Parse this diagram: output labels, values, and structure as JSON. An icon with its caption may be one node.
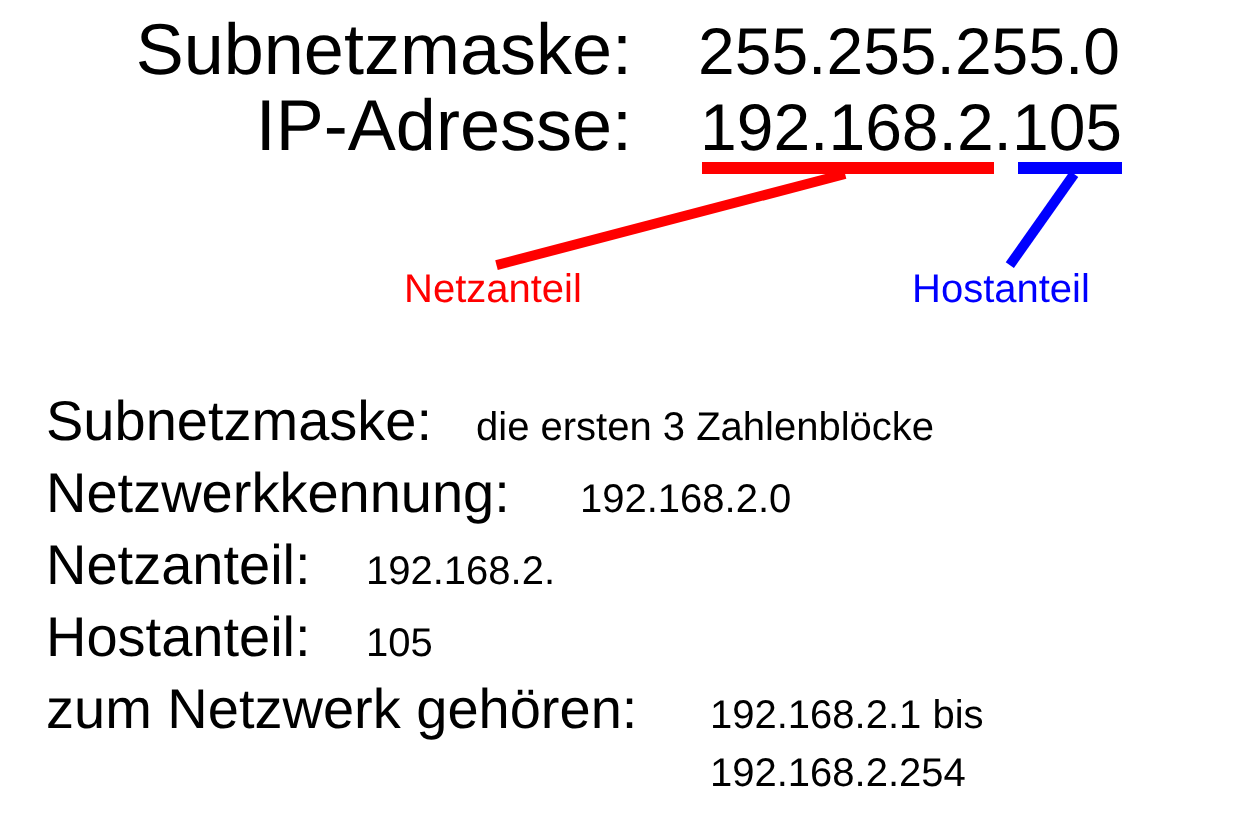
{
  "diagram": {
    "nodes": [
      {
        "text": [],
        "shape": "bar"
      },
      {
        "text": [],
        "shape": "bar"
      },
      {
        "text": [
          "Netzanteil"
        ]
      },
      {
        "text": [
          "Hostanteil"
        ]
      }
    ],
    "edges": [
      {
        "from": 2,
        "to": 0,
        "arrow": "none",
        "color": "#ff0000"
      },
      {
        "from": 3,
        "to": 1,
        "arrow": "none",
        "color": "#0000ff"
      }
    ],
    "labels": [
      "Subnetzmaske:",
      "255.255.255.0",
      "IP-Adresse:",
      "192.168.2.105",
      "Subnetzmaske:",
      "die ersten 3 Zahlenblöcke",
      "Netzwerkkennung:",
      "192.168.2.0",
      "Netzanteil:",
      "192.168.2.",
      "Hostanteil:",
      "105",
      "zum Netzwerk gehören:",
      "192.168.2.1 bis 192.168.2.254"
    ]
  }
}
